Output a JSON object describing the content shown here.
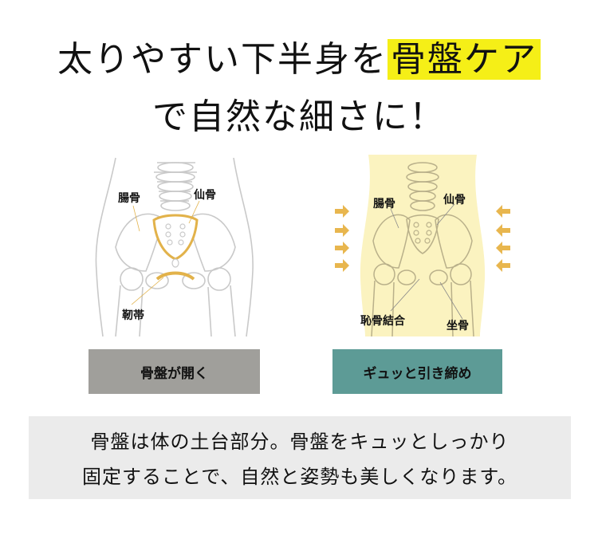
{
  "headline": {
    "line1_before": "太りやすい下半身を",
    "line1_highlight": "骨盤ケア",
    "line2": "で自然な細さに！"
  },
  "left_panel": {
    "labels": {
      "ilium": "腸骨",
      "sacrum": "仙骨",
      "ligament": "靭帯"
    },
    "caption": "骨盤が開く"
  },
  "right_panel": {
    "labels": {
      "ilium": "腸骨",
      "sacrum": "仙骨",
      "pubic_symphysis": "恥骨結合",
      "ischium": "坐骨"
    },
    "caption": "ギュッと引き締め"
  },
  "description": {
    "line1": "骨盤は体の土台部分。骨盤をキュッとしっかり",
    "line2": "固定することで、自然と姿勢も美しくなります。"
  },
  "colors": {
    "highlight": "#f5ef17",
    "left_caption_bg": "#a09f9b",
    "right_caption_bg": "#5d9b96",
    "pelvis_fill": "#fbf3c0",
    "arrow": "#e8b64e"
  }
}
